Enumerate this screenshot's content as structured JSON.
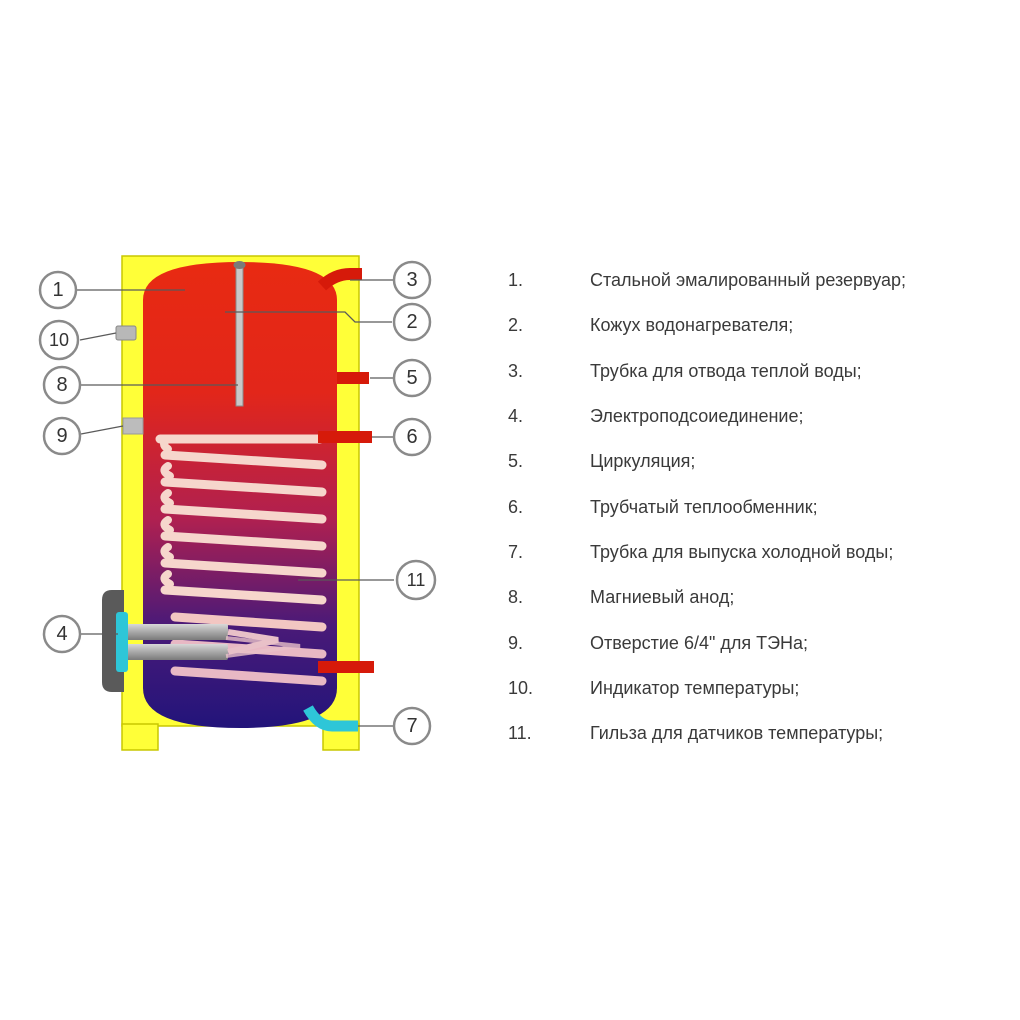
{
  "colors": {
    "casing": "#ffff38",
    "casing_border": "#c9c700",
    "tank_top": "#e82a12",
    "tank_bottom": "#22147a",
    "hot_pipe": "#d61a0a",
    "cold_pipe": "#2ec6d8",
    "flange": "#5a5a5a",
    "callout_stroke": "#8a8a8a"
  },
  "callouts": [
    {
      "id": "1",
      "label": "1"
    },
    {
      "id": "2",
      "label": "2"
    },
    {
      "id": "3",
      "label": "3"
    },
    {
      "id": "4",
      "label": "4"
    },
    {
      "id": "5",
      "label": "5"
    },
    {
      "id": "6",
      "label": "6"
    },
    {
      "id": "7",
      "label": "7"
    },
    {
      "id": "8",
      "label": "8"
    },
    {
      "id": "9",
      "label": "9"
    },
    {
      "id": "10",
      "label": "10"
    },
    {
      "id": "11",
      "label": "11"
    }
  ],
  "legend": [
    {
      "num": "1.",
      "text": "Стальной эмалированный резервуар;"
    },
    {
      "num": "2.",
      "text": "Кожух водонагревателя;"
    },
    {
      "num": "3.",
      "text": "Трубка для отвода теплой воды;"
    },
    {
      "num": "4.",
      "text": "Электроподсоиединение;"
    },
    {
      "num": "5.",
      "text": "Циркуляция;"
    },
    {
      "num": "6.",
      "text": "Трубчатый теплообменник;"
    },
    {
      "num": "7.",
      "text": "Трубка для выпуска холодной воды;"
    },
    {
      "num": "8.",
      "text": "Магниевый анод;"
    },
    {
      "num": "9.",
      "text": "Отверстие 6/4\" для ТЭНа;"
    },
    {
      "num": "10.",
      "text": "Индикатор температуры;"
    },
    {
      "num": "11.",
      "text": "Гильза для датчиков температуры;"
    }
  ]
}
